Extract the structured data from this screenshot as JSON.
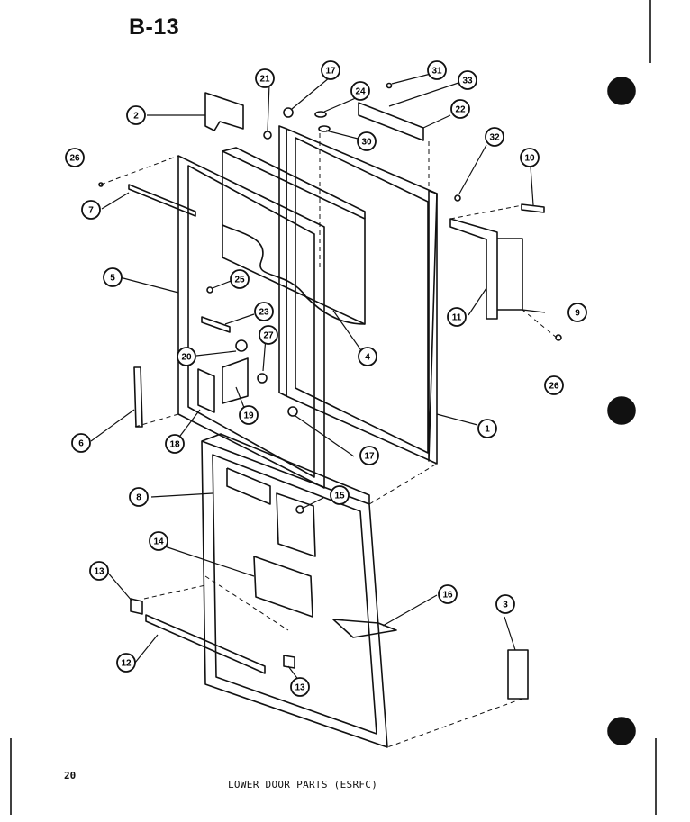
{
  "page": {
    "title": "B-13",
    "page_number": "20",
    "caption": "LOWER DOOR PARTS (ESRFC)"
  },
  "callouts": [
    "1",
    "2",
    "3",
    "4",
    "5",
    "6",
    "7",
    "8",
    "9",
    "10",
    "11",
    "12",
    "13",
    "13",
    "14",
    "15",
    "16",
    "17",
    "17",
    "18",
    "19",
    "20",
    "21",
    "22",
    "23",
    "24",
    "25",
    "26",
    "26",
    "27",
    "30",
    "31",
    "32",
    "33"
  ]
}
